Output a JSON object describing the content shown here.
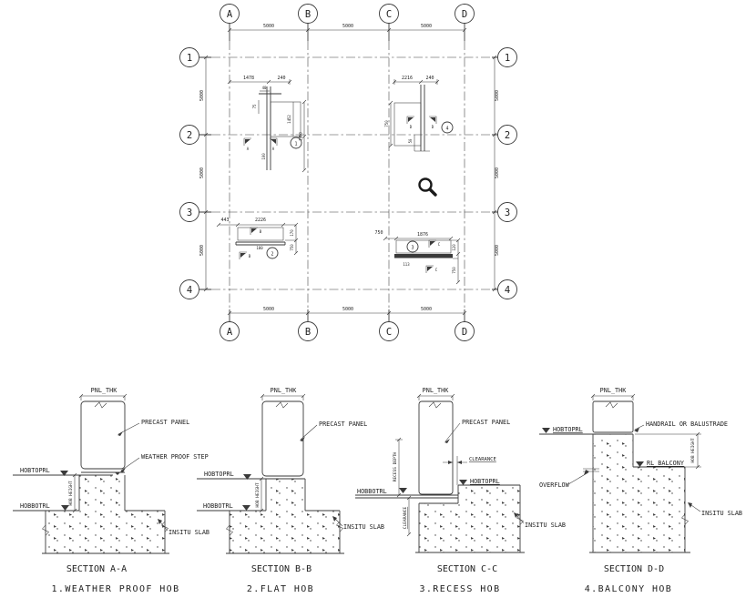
{
  "plan": {
    "grid_cols": [
      "A",
      "B",
      "C",
      "D"
    ],
    "grid_rows": [
      "1",
      "2",
      "3",
      "4"
    ],
    "bay_width": "5000",
    "bay_height": "5000",
    "details": [
      {
        "name": "weather-proof-hob",
        "balloon": "1",
        "flag_letter": "A",
        "dim_top_left": "1478",
        "dim_top_right": "240",
        "dim_small": "40",
        "dim_left": "75",
        "dim_inner": "1452",
        "dim_right": "1450",
        "note": "100"
      },
      {
        "name": "balcony-hob",
        "balloon": "4",
        "flag_letter": "D",
        "dim_top": "2216",
        "dim_top_right": "240",
        "dim_left": "750",
        "dim_small": "50"
      },
      {
        "name": "flat-hob",
        "balloon": "2",
        "flag_letter": "B",
        "dim_left": "443",
        "dim_top": "2226",
        "dim_right_top": "170",
        "dim_right_bot": "750",
        "note": "100"
      },
      {
        "name": "recess-hob",
        "balloon": "3",
        "flag_letter": "C",
        "dim_left": "750",
        "dim_top": "1876",
        "note": "113",
        "dim_right_top": "120",
        "dim_right_bot": "750"
      }
    ]
  },
  "overlay": {
    "cursor_icon": "magnifier"
  },
  "sections": [
    {
      "title": "SECTION A-A",
      "subtitle": "1.WEATHER PROOF HOB",
      "labels": {
        "pnl_thk": "PNL_THK",
        "precast_panel": "PRECAST PANEL",
        "weather_proof_step": "WEATHER PROOF STEP",
        "hob_top_rl": "HOBTOPRL",
        "hob_bot_rl": "HOBBOTRL",
        "hob_height": "HOB HEIGHT",
        "insitu_slab": "INSITU SLAB"
      }
    },
    {
      "title": "SECTION B-B",
      "subtitle": "2.FLAT HOB",
      "labels": {
        "pnl_thk": "PNL_THK",
        "precast_panel": "PRECAST PANEL",
        "hob_top_rl": "HOBTOPRL",
        "hob_bot_rl": "HOBBOTRL",
        "hob_height": "HOB HEIGHT",
        "insitu_slab": "INSITU SLAB"
      }
    },
    {
      "title": "SECTION C-C",
      "subtitle": "3.RECESS HOB",
      "labels": {
        "pnl_thk": "PNL_THK",
        "precast_panel": "PRECAST PANEL",
        "recess_depth": "RECESS DEPTH",
        "clearance_h": "CLEARANCE",
        "clearance_v": "CLEARANCE",
        "hob_top_rl": "HOBTOPRL",
        "hob_bot_rl": "HOBBOTRL",
        "insitu_slab": "INSITU SLAB"
      }
    },
    {
      "title": "SECTION D-D",
      "subtitle": "4.BALCONY HOB",
      "labels": {
        "pnl_thk": "PNL_THK",
        "handrail": "HANDRAIL OR BALUSTRADE",
        "hob_top_rl": "HOBTOPRL",
        "rl_balcony": "RL BALCONY",
        "hob_height": "HOB HEIGHT",
        "overflow": "OVERFLOW",
        "insitu_slab": "INSITU SLAB"
      }
    }
  ]
}
